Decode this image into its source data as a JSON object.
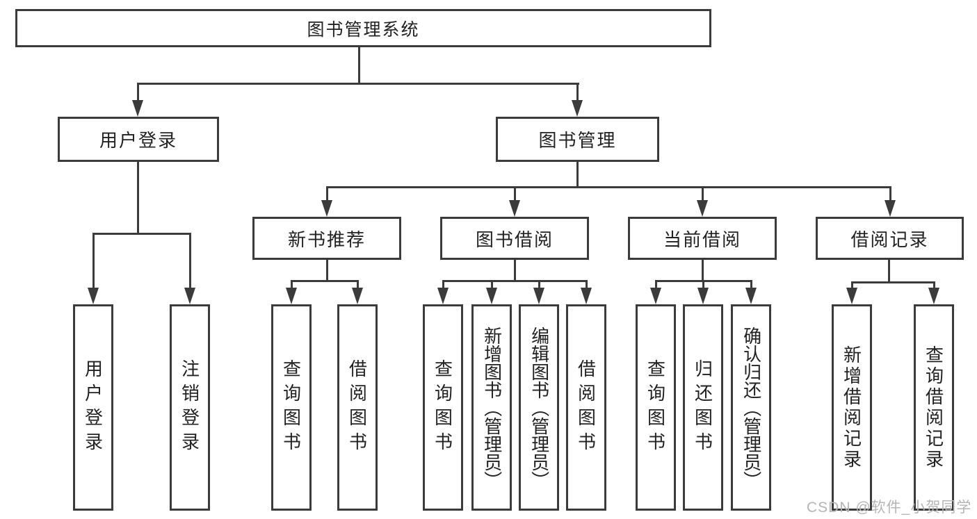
{
  "diagram": {
    "title": "图书管理系统",
    "branches": [
      {
        "label": "用户登录",
        "children": [
          {
            "label": "用户登录"
          },
          {
            "label": "注销登录"
          }
        ]
      },
      {
        "label": "图书管理",
        "children": [
          {
            "label": "新书推荐",
            "children": [
              {
                "label": "查询图书"
              },
              {
                "label": "借阅图书"
              }
            ]
          },
          {
            "label": "图书借阅",
            "children": [
              {
                "label": "查询图书"
              },
              {
                "label": "新增图书（管理员）"
              },
              {
                "label": "编辑图书（管理员）"
              },
              {
                "label": "借阅图书"
              }
            ]
          },
          {
            "label": "当前借阅",
            "children": [
              {
                "label": "查询图书"
              },
              {
                "label": "归还图书"
              },
              {
                "label": "确认归还（管理员）"
              }
            ]
          },
          {
            "label": "借阅记录",
            "children": [
              {
                "label": "新增借阅记录"
              },
              {
                "label": "查询借阅记录"
              }
            ]
          }
        ]
      }
    ]
  },
  "watermark": {
    "text": "CSDN @软件_小贺同学"
  },
  "colors": {
    "line": "#3b3b3b",
    "text": "#222222",
    "watermark": "#b5b5b5",
    "background": "#ffffff"
  }
}
